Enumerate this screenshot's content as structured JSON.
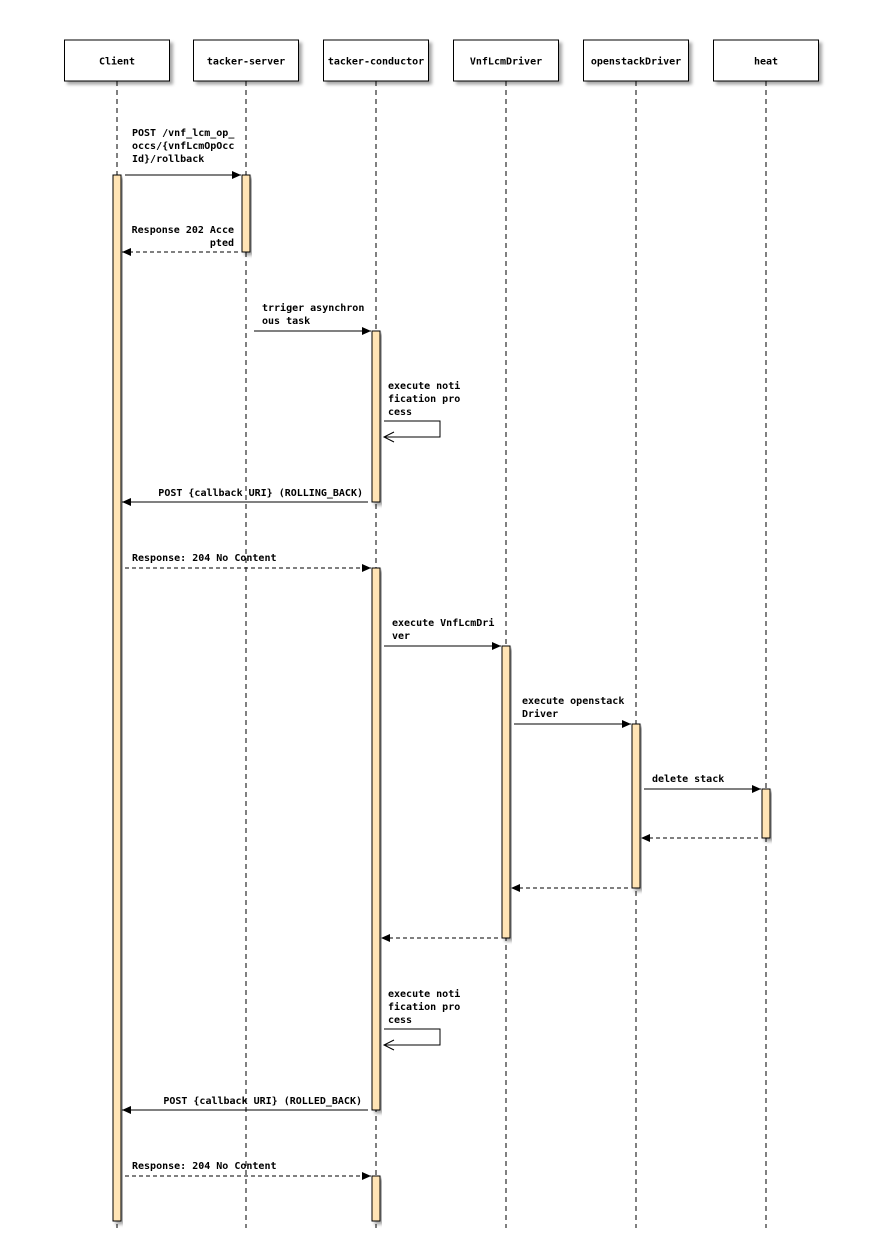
{
  "participants": [
    {
      "id": "client",
      "label": "Client"
    },
    {
      "id": "server",
      "label": "tacker-server"
    },
    {
      "id": "conductor",
      "label": "tacker-conductor"
    },
    {
      "id": "vnflcm",
      "label": "VnfLcmDriver"
    },
    {
      "id": "openstack",
      "label": "openstackDriver"
    },
    {
      "id": "heat",
      "label": "heat"
    }
  ],
  "messages": [
    {
      "from": "client",
      "to": "server",
      "style": "solid",
      "lines": [
        "POST /vnf_lcm_op_",
        "occs/{vnfLcmOpOcc",
        "Id}/rollback"
      ]
    },
    {
      "from": "server",
      "to": "client",
      "style": "dashed",
      "lines": [
        "Response 202 Acce",
        "pted"
      ]
    },
    {
      "from": "server",
      "to": "conductor",
      "style": "solid",
      "lines": [
        "trriger asynchron",
        "ous task"
      ]
    },
    {
      "from": "conductor",
      "to": "conductor",
      "style": "self",
      "lines": [
        "execute noti",
        "fication pro",
        "cess"
      ]
    },
    {
      "from": "conductor",
      "to": "client",
      "style": "solid",
      "lines": [
        "POST {callback URI} (ROLLING_BACK)"
      ]
    },
    {
      "from": "client",
      "to": "conductor",
      "style": "dashed",
      "lines": [
        "Response: 204 No Content"
      ]
    },
    {
      "from": "conductor",
      "to": "vnflcm",
      "style": "solid",
      "lines": [
        "execute VnfLcmDri",
        "ver"
      ]
    },
    {
      "from": "vnflcm",
      "to": "openstack",
      "style": "solid",
      "lines": [
        "execute openstack",
        "Driver"
      ]
    },
    {
      "from": "openstack",
      "to": "heat",
      "style": "solid",
      "lines": [
        "delete stack"
      ]
    },
    {
      "from": "heat",
      "to": "openstack",
      "style": "dashed",
      "lines": []
    },
    {
      "from": "openstack",
      "to": "vnflcm",
      "style": "dashed",
      "lines": []
    },
    {
      "from": "vnflcm",
      "to": "conductor",
      "style": "dashed",
      "lines": []
    },
    {
      "from": "conductor",
      "to": "conductor",
      "style": "self",
      "lines": [
        "execute noti",
        "fication pro",
        "cess"
      ]
    },
    {
      "from": "conductor",
      "to": "client",
      "style": "solid",
      "lines": [
        "POST {callback URI} (ROLLED_BACK)"
      ]
    },
    {
      "from": "client",
      "to": "conductor",
      "style": "dashed",
      "lines": [
        "Response: 204 No Content"
      ]
    }
  ],
  "colors": {
    "activation_fill": "#FFE4B5",
    "stroke": "#000000",
    "box_fill": "#FFFFFF"
  }
}
